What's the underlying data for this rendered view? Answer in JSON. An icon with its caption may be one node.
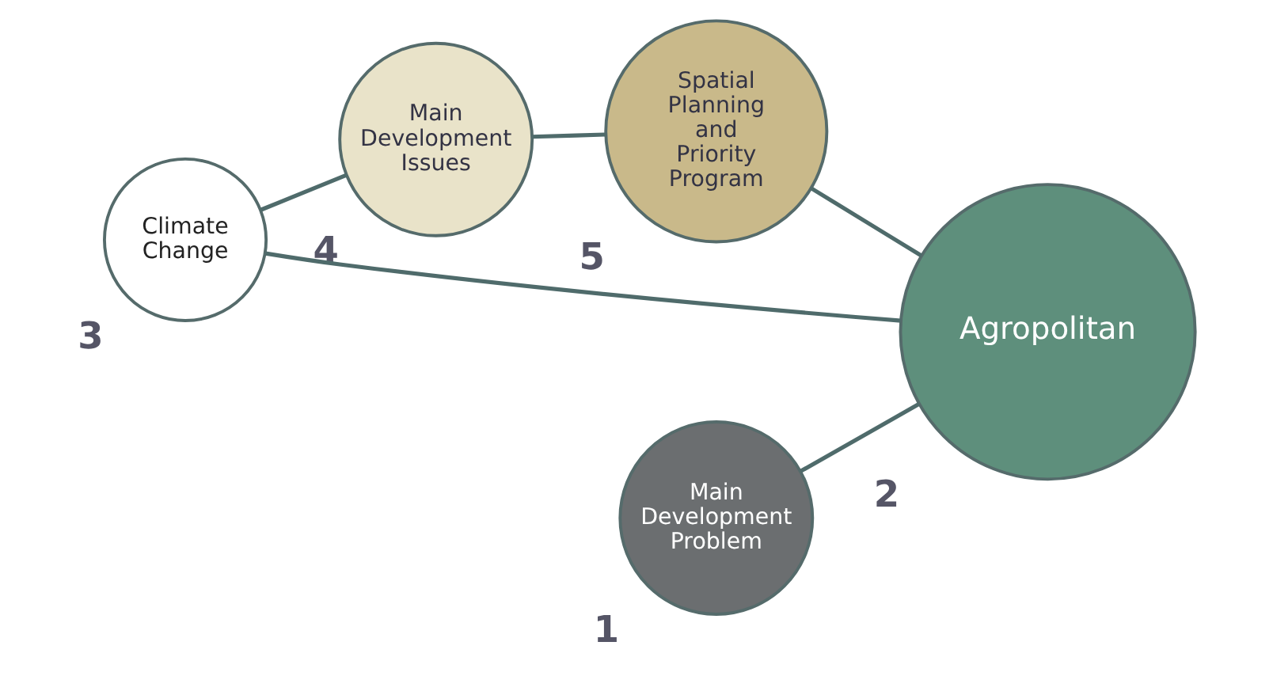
{
  "diagram": {
    "nodes": [
      {
        "text": [
          "Climate Change"
        ],
        "beside": [
          "3"
        ]
      },
      {
        "text": [
          "Main Development Issues"
        ],
        "beside": [
          "4"
        ]
      },
      {
        "text": [
          "Spatial Planning and Priority Program"
        ],
        "beside": [
          "5"
        ]
      },
      {
        "text": [
          "Agropolitan"
        ],
        "beside": [
          "2"
        ]
      },
      {
        "text": [
          "Main Development Problem"
        ],
        "beside": [
          "1"
        ]
      }
    ],
    "edges": [
      {
        "from": 0,
        "to": 1,
        "arrow": "none"
      },
      {
        "from": 1,
        "to": 2,
        "arrow": "none"
      },
      {
        "from": 2,
        "to": 3,
        "arrow": "none"
      },
      {
        "from": 0,
        "to": 3,
        "arrow": "none"
      },
      {
        "from": 4,
        "to": 3,
        "arrow": "none"
      }
    ]
  }
}
